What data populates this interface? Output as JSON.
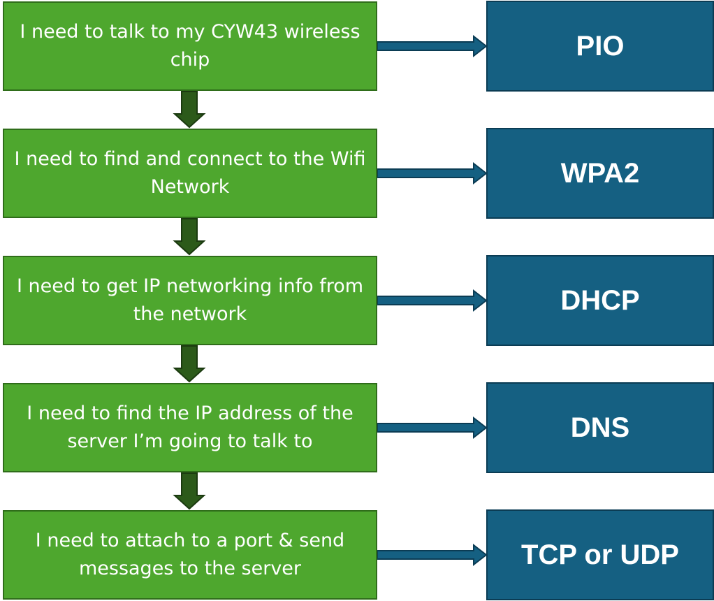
{
  "steps": [
    {
      "text": "I need to talk to my CYW43 wireless chip",
      "protocol": "PIO"
    },
    {
      "text": "I need to find and connect to the Wifi Network",
      "protocol": "WPA2"
    },
    {
      "text": "I need to get IP networking info from the network",
      "protocol": "DHCP"
    },
    {
      "text": "I need to find the IP address of the server I’m going to talk to",
      "protocol": "DNS"
    },
    {
      "text": "I need to attach to a port & send messages to the server",
      "protocol": "TCP or UDP"
    }
  ],
  "colors": {
    "step_fill": "#4ea72e",
    "step_border": "#2f6d1a",
    "down_arrow": "#2c5a1a",
    "protocol_fill": "#156082",
    "side_arrow": "#156082"
  }
}
